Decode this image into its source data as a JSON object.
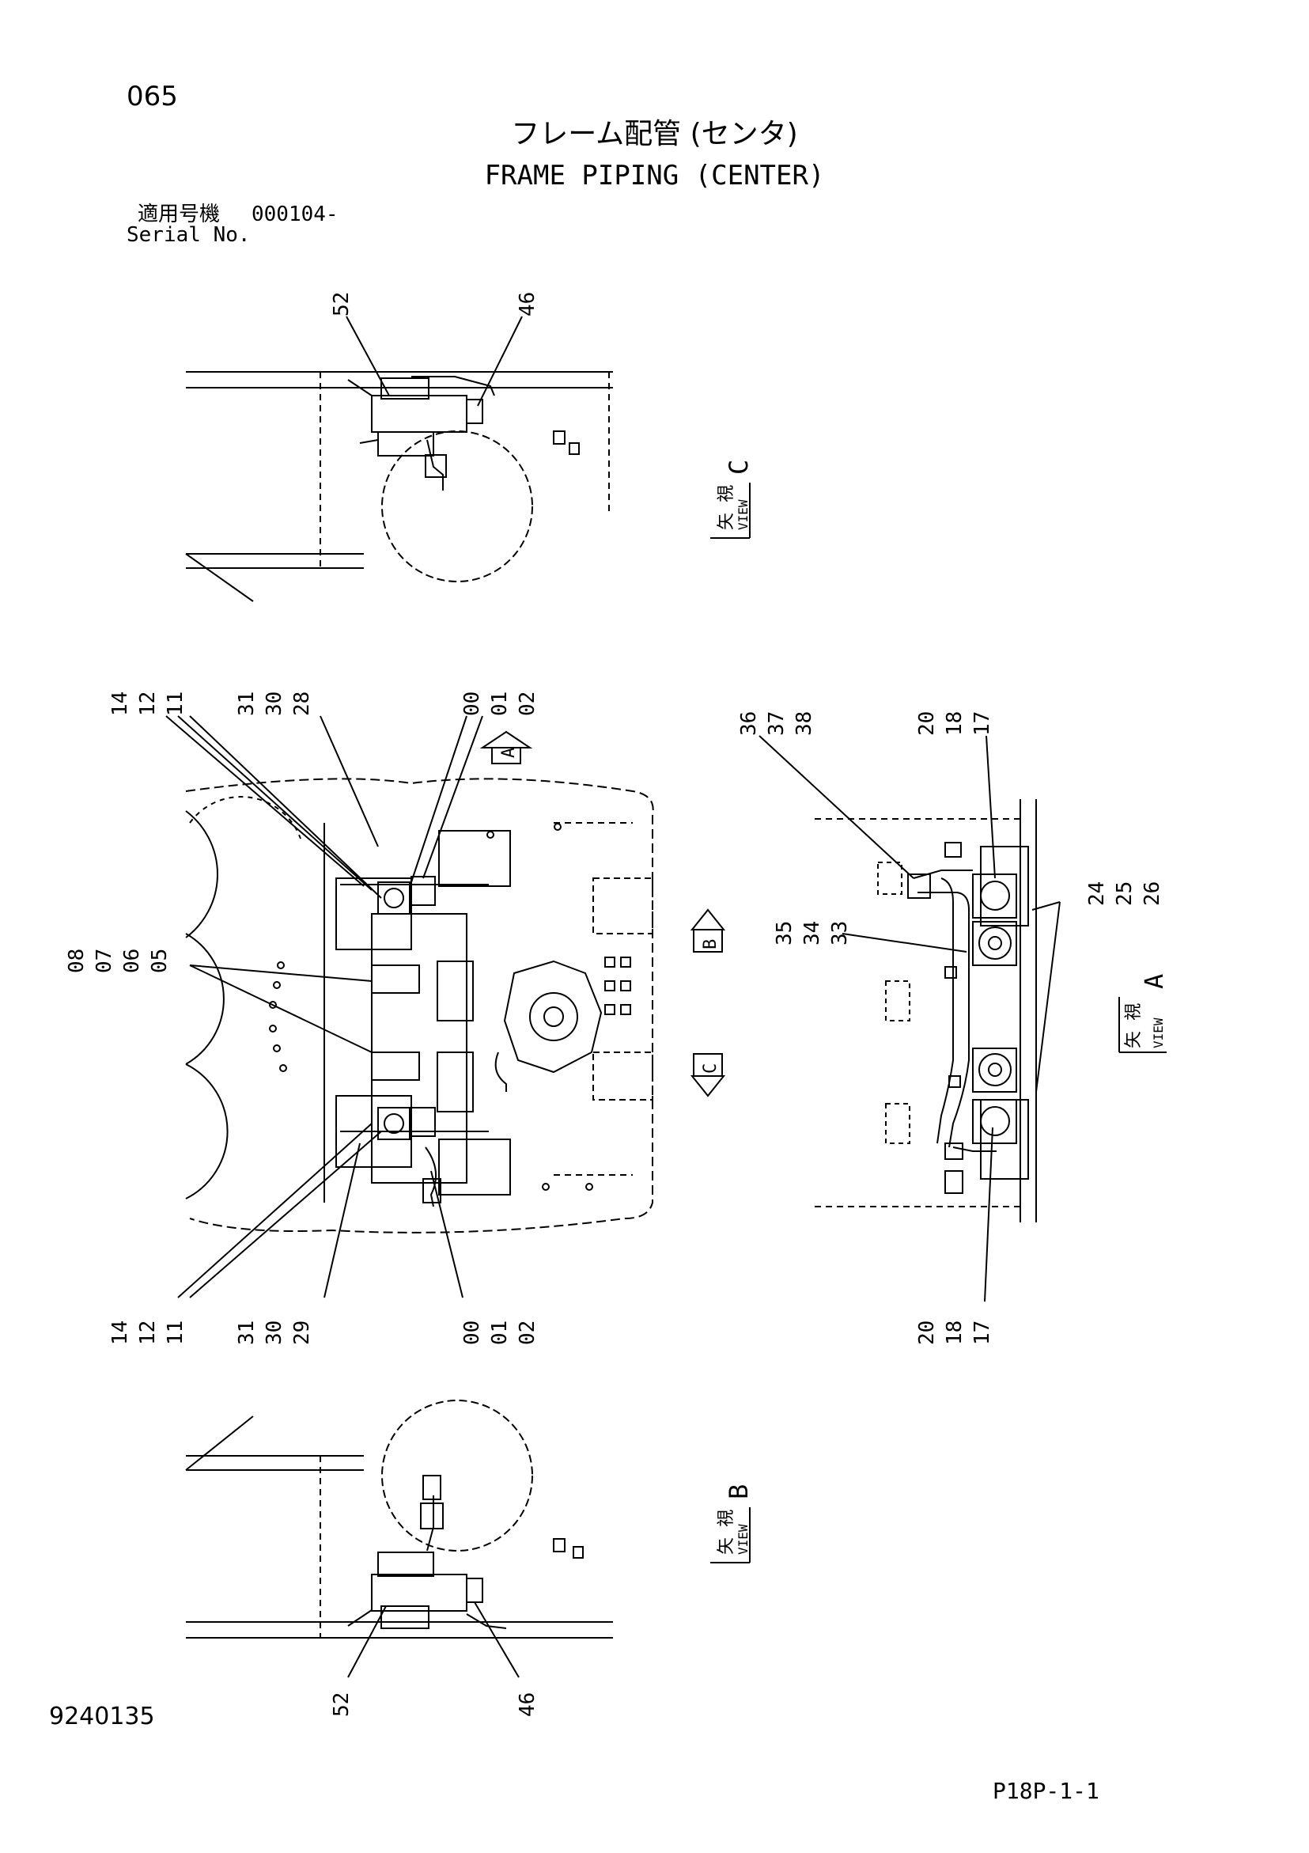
{
  "header": {
    "page_number": "065",
    "title_jp": "フレーム配管 (センタ)",
    "title_en": "FRAME PIPING (CENTER)",
    "serial_label_jp": "適用号機",
    "serial_value": "000104-",
    "serial_label_en": "Serial No."
  },
  "footer": {
    "document_number": "9240135",
    "sheet_code": "P18P-1-1"
  },
  "views": {
    "view_c": {
      "jp": "矢 視",
      "en": "VIEW",
      "letter": "C",
      "callouts": [
        "52",
        "46"
      ]
    },
    "view_b": {
      "jp": "矢 視",
      "en": "VIEW",
      "letter": "B",
      "callouts": [
        "52",
        "46"
      ]
    },
    "view_a": {
      "jp": "矢 視",
      "en": "VIEW",
      "letter": "A"
    }
  },
  "main_view": {
    "arrow_a": "A",
    "arrow_b": "B",
    "arrow_c": "C",
    "top_callouts": [
      [
        "14",
        "12",
        "11"
      ],
      [
        "31",
        "30",
        "28"
      ],
      [
        "00",
        "01",
        "02"
      ]
    ],
    "left_callouts": [
      "08",
      "07",
      "06",
      "05"
    ],
    "bottom_callouts": [
      [
        "14",
        "12",
        "11"
      ],
      [
        "31",
        "30",
        "29"
      ],
      [
        "00",
        "01",
        "02"
      ]
    ]
  },
  "view_a_callouts": {
    "top_left": [
      "36",
      "37",
      "38"
    ],
    "top_right": [
      "20",
      "18",
      "17"
    ],
    "left": [
      "35",
      "34",
      "33"
    ],
    "right": [
      "24",
      "25",
      "26"
    ],
    "bottom": [
      "20",
      "18",
      "17"
    ]
  }
}
